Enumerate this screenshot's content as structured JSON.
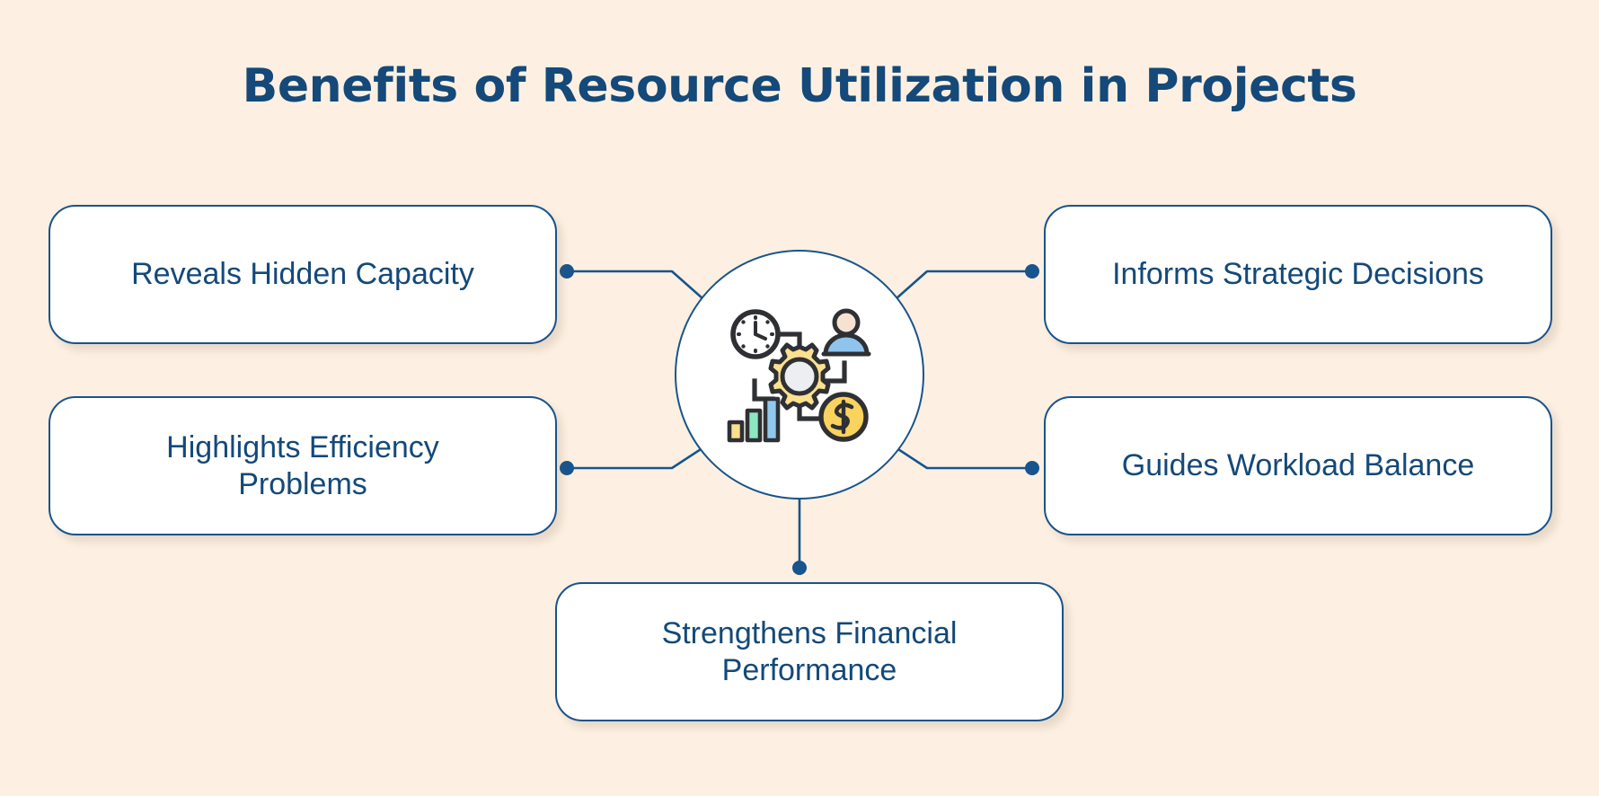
{
  "page": {
    "title": "Benefits of Resource Utilization in Projects",
    "background_color": "#FDF0E2",
    "accent_color": "#18548D",
    "text_color": "#144979",
    "card_fill": "#FFFFFF"
  },
  "hub": {
    "icon_name": "resource-utilization-icon",
    "elements": [
      {
        "name": "clock-icon",
        "colors": {
          "outline": "#2F3033",
          "face": "#FFFFFF"
        }
      },
      {
        "name": "person-icon",
        "colors": {
          "head": "#F7E2D2",
          "body": "#8FC4EE",
          "outline": "#2F3033"
        }
      },
      {
        "name": "gear-icon",
        "colors": {
          "gear": "#FAE08F",
          "center": "#ECEEF1",
          "outline": "#2F3033"
        }
      },
      {
        "name": "bar-chart-icon",
        "colors": {
          "bar1": "#FAE08F",
          "bar2": "#8DE8C0",
          "bar3": "#8FC9EE",
          "outline": "#2F3033"
        }
      },
      {
        "name": "dollar-coin-icon",
        "colors": {
          "coin": "#FAD25E",
          "outline": "#2F3033"
        }
      }
    ]
  },
  "cards": [
    {
      "id": "reveals",
      "name": "card-reveals-hidden-capacity",
      "lines": [
        "Reveals Hidden Capacity"
      ],
      "position": "left-top"
    },
    {
      "id": "highlights",
      "name": "card-highlights-efficiency",
      "lines": [
        "Highlights Efficiency",
        "Problems"
      ],
      "position": "left-bottom"
    },
    {
      "id": "informs",
      "name": "card-informs-strategic-decisions",
      "lines": [
        "Informs Strategic Decisions"
      ],
      "position": "right-top"
    },
    {
      "id": "guides",
      "name": "card-guides-workload-balance",
      "lines": [
        "Guides Workload Balance"
      ],
      "position": "right-bottom"
    },
    {
      "id": "strengthens",
      "name": "card-strengthens-financial",
      "lines": [
        "Strengthens Financial",
        "Performance"
      ],
      "position": "bottom-center"
    }
  ],
  "card_text": {
    "reveals_line1": "Reveals Hidden Capacity",
    "highlights_line1": "Highlights Efficiency",
    "highlights_line2": "Problems",
    "informs_line1": "Informs Strategic Decisions",
    "guides_line1": "Guides Workload Balance",
    "strengthens_line1": "Strengthens Financial",
    "strengthens_line2": "Performance"
  },
  "connectors": [
    {
      "name": "connector-left-top",
      "from": "hub",
      "to": "card-reveals",
      "dot_at": "card-edge"
    },
    {
      "name": "connector-left-bottom",
      "from": "hub",
      "to": "card-highlights",
      "dot_at": "card-edge"
    },
    {
      "name": "connector-right-top",
      "from": "hub",
      "to": "card-informs",
      "dot_at": "card-edge"
    },
    {
      "name": "connector-right-bottom",
      "from": "hub",
      "to": "card-guides",
      "dot_at": "card-edge"
    },
    {
      "name": "connector-bottom",
      "from": "hub",
      "to": "card-strengthens",
      "dot_at": "card-edge"
    }
  ]
}
